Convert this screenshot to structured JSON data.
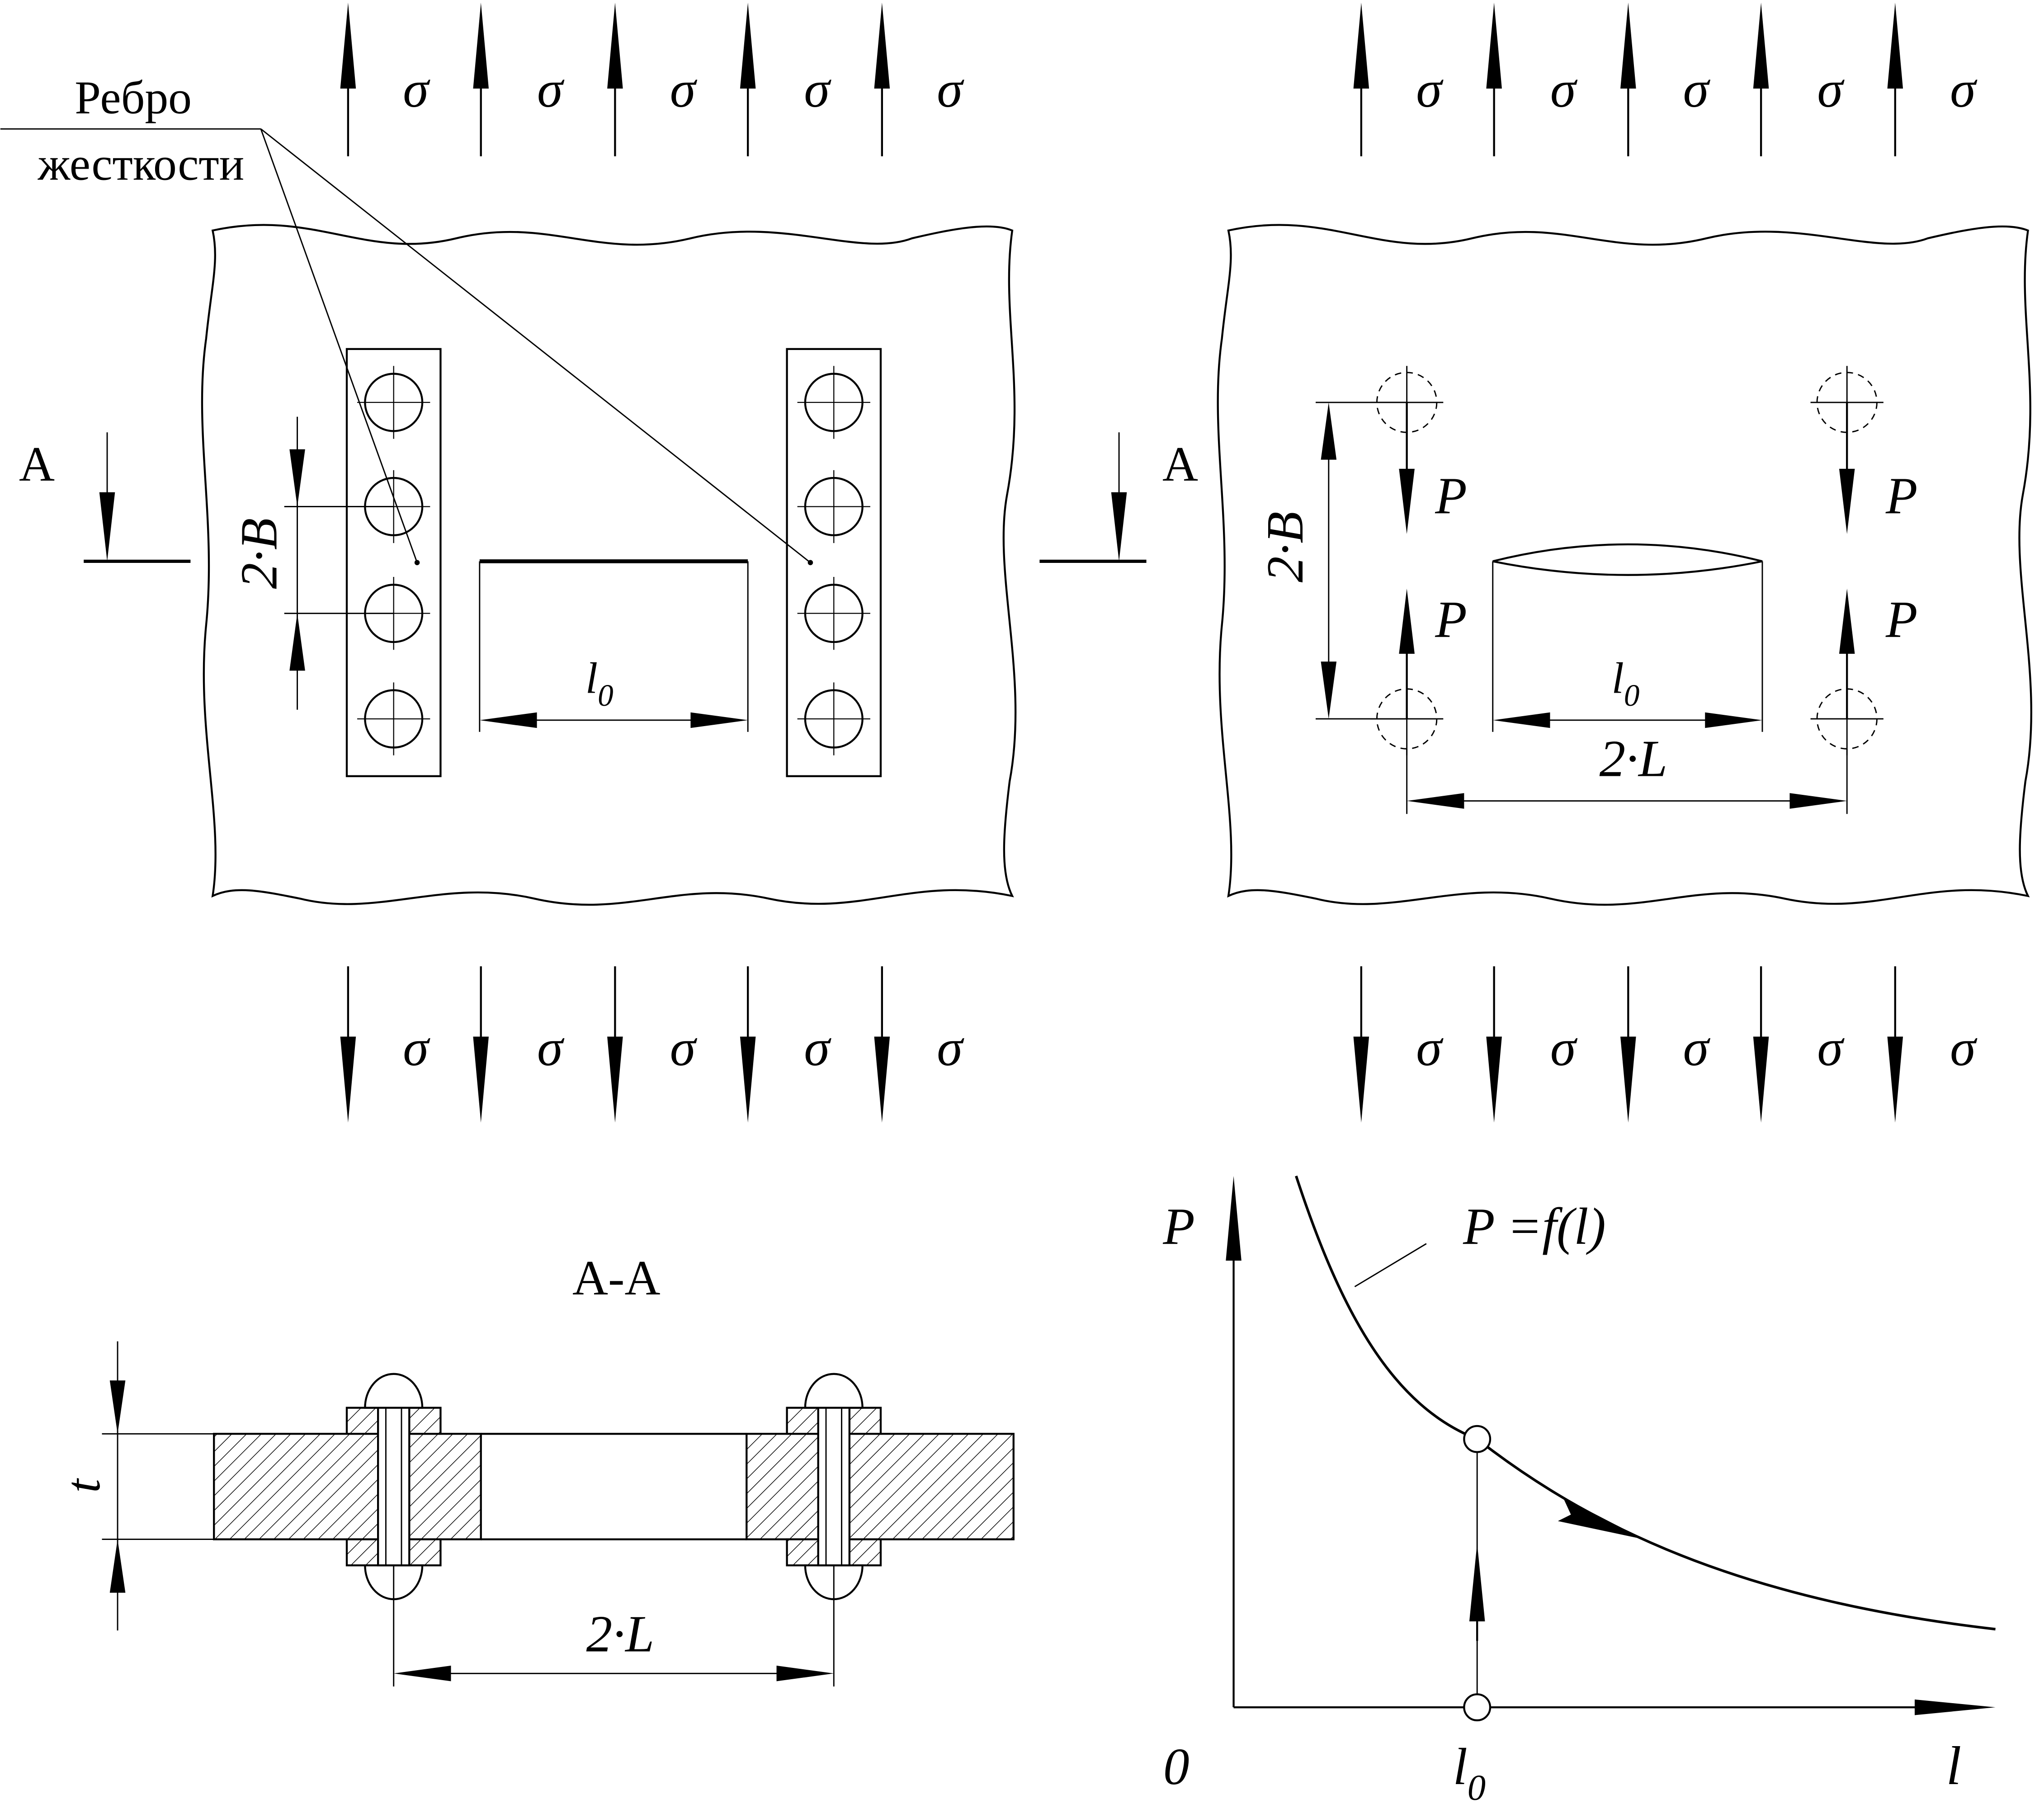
{
  "labels": {
    "sigma": "σ",
    "rib_label_line1": "Ребро",
    "rib_label_line2": "жесткости",
    "section_mark": "A",
    "dim_2B": "2·B",
    "dim_l0": "l0",
    "dim_2L": "2·L",
    "force_P": "P",
    "section_title": "A-A",
    "thickness_t": "t",
    "graph_axis_P": "P",
    "graph_curve": "P =f(l)",
    "graph_origin": "0",
    "graph_axis_l": "l",
    "graph_tick_l0": "l0"
  }
}
